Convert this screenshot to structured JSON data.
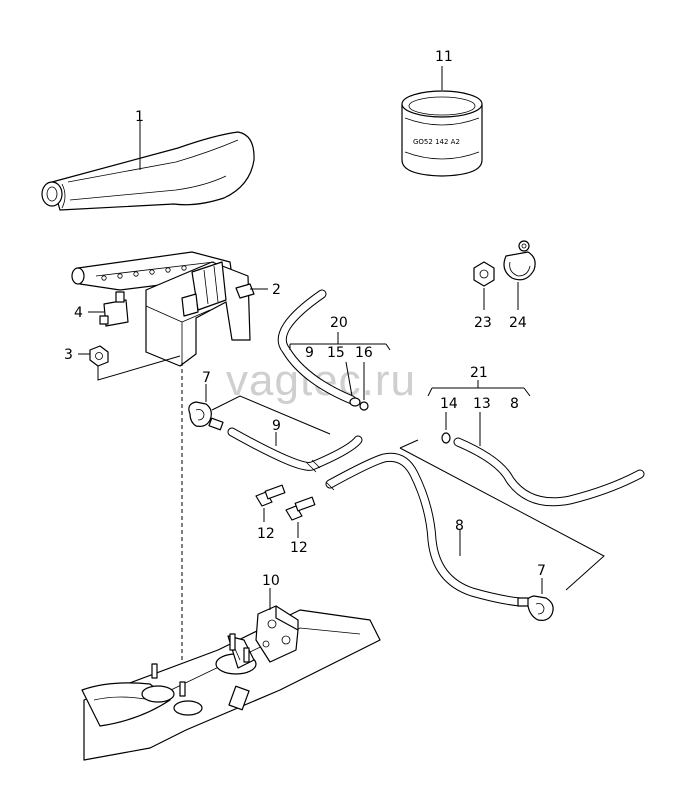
{
  "watermark": "vagtec.ru",
  "filter_label": "GO52 142 A2",
  "callouts": {
    "c1": "1",
    "c2": "2",
    "c3": "3",
    "c4": "4",
    "c7a": "7",
    "c7b": "7",
    "c8a": "8",
    "c8b": "8",
    "c9a": "9",
    "c9b": "9",
    "c10": "10",
    "c11": "11",
    "c12a": "12",
    "c12b": "12",
    "c13": "13",
    "c14": "14",
    "c15": "15",
    "c16": "16",
    "c20": "20",
    "c21": "21",
    "c23": "23",
    "c24": "24"
  }
}
